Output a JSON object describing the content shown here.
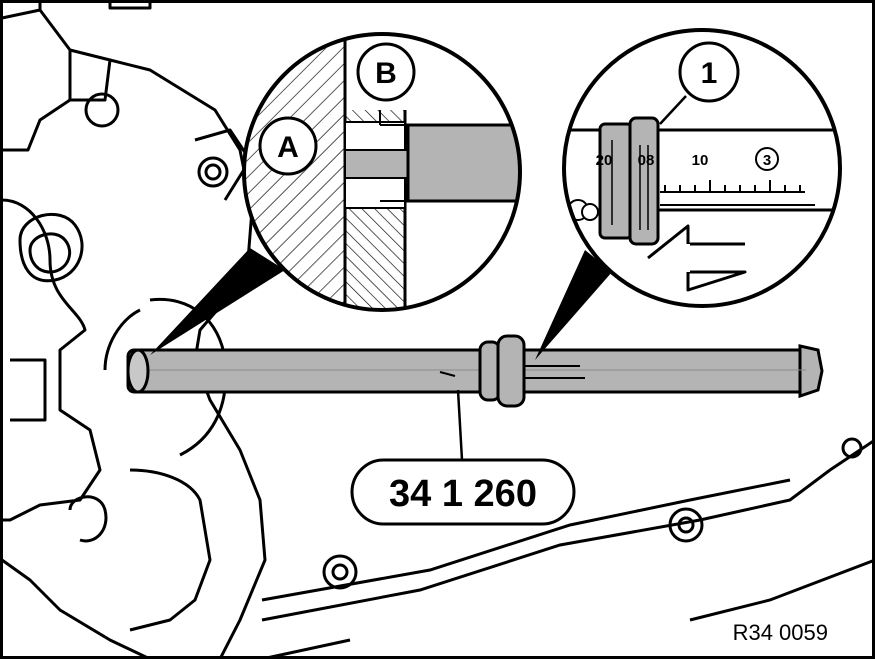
{
  "labels": {
    "detail_a": "A",
    "detail_b": "B",
    "item_1": "1",
    "tool_number": "34 1 260",
    "figure_number": "R34 0059"
  },
  "scale": {
    "mark_left": "20",
    "mark_sleeve": "08",
    "mark_10": "10",
    "mark_circled": "3"
  },
  "colors": {
    "line": "#000000",
    "fill_gray": "#b4b4b4",
    "fill_white": "#ffffff"
  }
}
